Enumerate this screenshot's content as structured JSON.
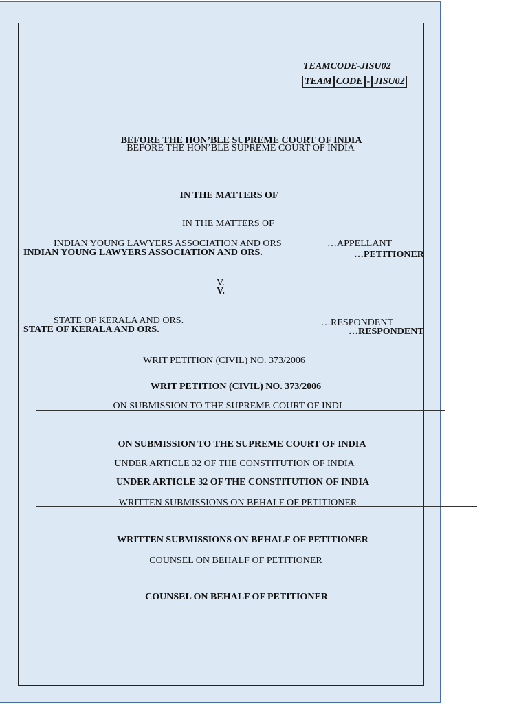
{
  "team_code": {
    "plain": "TEAMCODE-JISU02",
    "boxed": [
      "TEAM",
      "CODE",
      "-",
      "JISU02"
    ]
  },
  "court": {
    "title_bold": "BEFORE THE HON’BLE SUPREME COURT OF INDIA",
    "title_plain": "BEFORE THE HON’BLE SUPREME COURT OF INDIA"
  },
  "matters": {
    "bold": "IN THE MATTERS OF",
    "plain": "IN THE MATTERS OF"
  },
  "parties": {
    "petitioner_plain": "INDIAN YOUNG LAWYERS ASSOCIATION AND ORS",
    "petitioner_role_plain": "…APPELLANT",
    "petitioner_bold": "INDIAN YOUNG LAWYERS ASSOCIATION AND ORS.",
    "petitioner_role_bold": "…PETITIONER",
    "versus_plain": "V.",
    "versus_bold": "V.",
    "respondent_plain": "STATE OF KERALA AND ORS.",
    "respondent_role_plain": "…RESPONDENT",
    "respondent_bold": "STATE OF KERALA AND ORS.",
    "respondent_role_bold": "…RESPONDENT"
  },
  "petition": {
    "plain": "WRIT PETITION (CIVIL) NO. 373/2006",
    "bold": "WRIT PETITION (CIVIL) NO. 373/2006"
  },
  "submission": {
    "plain": "ON SUBMISSION TO THE SUPREME COURT OF INDI",
    "bold": "ON SUBMISSION TO THE SUPREME COURT OF INDIA"
  },
  "article": {
    "plain": "UNDER ARTICLE 32 OF THE CONSTITUTION OF INDIA",
    "bold": "UNDER ARTICLE 32 OF THE CONSTITUTION OF INDIA"
  },
  "written": {
    "plain": "WRITTEN SUBMISSIONS ON BEHALF OF PETITIONER",
    "bold": "WRITTEN SUBMISSIONS ON BEHALF OF PETITIONER"
  },
  "counsel": {
    "plain": "COUNSEL ON BEHALF OF PETITIONER",
    "bold": "COUNSEL ON BEHALF OF PETITIONER"
  }
}
